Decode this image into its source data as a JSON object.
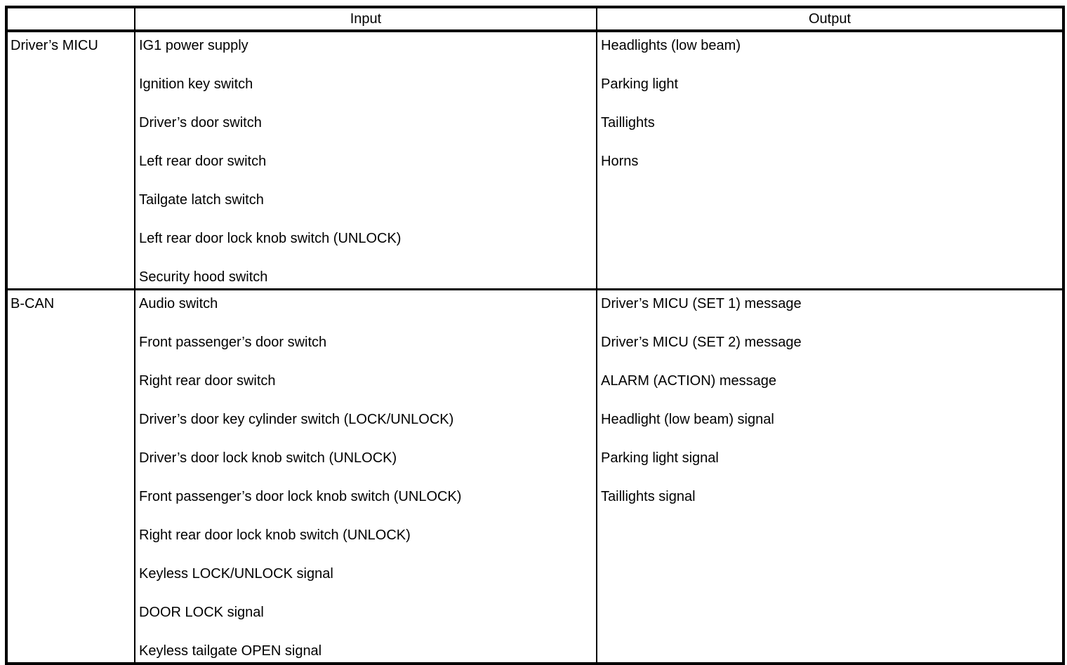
{
  "table": {
    "headers": {
      "source": "",
      "input": "Input",
      "output": "Output"
    },
    "rows": [
      {
        "source": "Driver’s MICU",
        "inputs": [
          "IG1 power supply",
          "Ignition key switch",
          "Driver’s door switch",
          "Left rear door switch",
          "Tailgate latch switch",
          "Left rear door lock knob switch (UNLOCK)",
          "Security hood switch"
        ],
        "outputs": [
          "Headlights (low beam)",
          "Parking light",
          "Taillights",
          "Horns"
        ]
      },
      {
        "source": "B-CAN",
        "inputs": [
          "Audio switch",
          "Front passenger’s door switch",
          "Right rear door switch",
          "Driver’s door key cylinder switch (LOCK/UNLOCK)",
          "Driver’s door lock knob switch (UNLOCK)",
          "Front passenger’s door lock knob switch (UNLOCK)",
          "Right rear door lock knob switch (UNLOCK)",
          "Keyless LOCK/UNLOCK signal",
          "DOOR LOCK signal",
          "Keyless tailgate OPEN signal"
        ],
        "outputs": [
          "Driver’s MICU (SET 1) message",
          "Driver’s MICU (SET 2) message",
          "ALARM (ACTION) message",
          "Headlight (low beam) signal",
          "Parking light signal",
          "Taillights signal"
        ]
      }
    ]
  },
  "colors": {
    "border": "#000000",
    "background": "#ffffff",
    "text": "#000000"
  }
}
